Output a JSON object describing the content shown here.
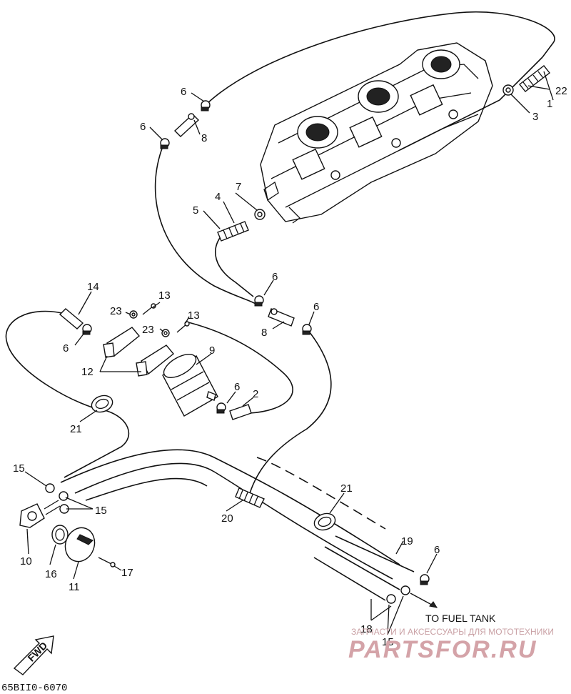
{
  "callouts": {
    "c1": "1",
    "c2": "2",
    "c3": "3",
    "c4": "4",
    "c5": "5",
    "c6a": "6",
    "c6b": "6",
    "c6c": "6",
    "c6d": "6",
    "c6e": "6",
    "c6f": "6",
    "c6g": "6",
    "c7": "7",
    "c8a": "8",
    "c8b": "8",
    "c9": "9",
    "c10": "10",
    "c11": "11",
    "c12": "12",
    "c13a": "13",
    "c13b": "13",
    "c14": "14",
    "c15a": "15",
    "c15b": "15",
    "c15c": "15",
    "c16": "16",
    "c17": "17",
    "c18": "18",
    "c19": "19",
    "c20": "20",
    "c21a": "21",
    "c21b": "21",
    "c22": "22",
    "c23a": "23",
    "c23b": "23"
  },
  "fuel_tank_label": "TO FUEL TANK",
  "fwd_label": "FWD",
  "drawing_code": "65BII0-6070",
  "watermark": {
    "tagline": "ЗАПЧАСТИ И АКСЕССУАРЫ ДЛЯ МОТОТЕХНИКИ",
    "logo": "PARTSFOR.RU",
    "color": "#d4a3a8"
  },
  "icons": [
    "fwd-arrow-icon"
  ]
}
